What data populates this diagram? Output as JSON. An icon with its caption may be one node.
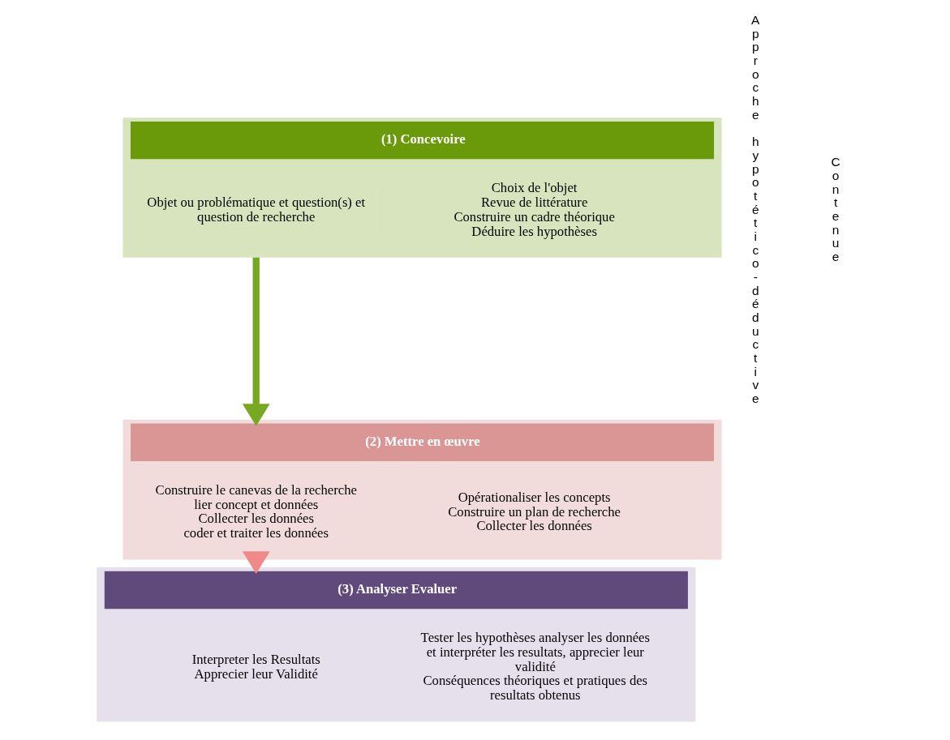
{
  "diagram": {
    "nodes": [
      {
        "text": [
          "(1) Concevoire"
        ]
      },
      {
        "text": [
          "Objet ou problématique et question(s) et question de recherche"
        ],
        "in": 0
      },
      {
        "text": [
          "Choix de l'objet",
          "Revue de littérature",
          "Construire un cadre théorique",
          "Déduire les hypothèses"
        ],
        "in": 0
      },
      {
        "text": [
          "(2) Mettre en œuvre"
        ]
      },
      {
        "text": [
          "Construire le canevas de la recherche",
          "lier concept et données",
          "Collecter les données",
          "coder et traiter les données"
        ],
        "in": 3
      },
      {
        "text": [
          "Opérationaliser les concepts",
          "Construire un plan de recherche",
          "Collecter les données"
        ],
        "in": 3
      },
      {
        "text": [
          "(3) Analyser Evaluer"
        ]
      },
      {
        "text": [
          "Interpreter les Resultats",
          "Apprecier leur Validité"
        ],
        "in": 6
      },
      {
        "text": [
          "Tester les hypothèses analyser les données et interpréter les resultats, apprecier leur validité",
          "Conséquences théoriques et pratiques des resultats obtenus"
        ],
        "in": 6
      }
    ],
    "edges": [
      {
        "from": 0,
        "to": 3,
        "arrow": "to",
        "color": "#77a821"
      },
      {
        "from": 3,
        "to": 6,
        "arrow": "to",
        "color": "#f08a8a"
      }
    ],
    "labels": [
      "Approche hypotético-déductive",
      "Contenue"
    ]
  }
}
